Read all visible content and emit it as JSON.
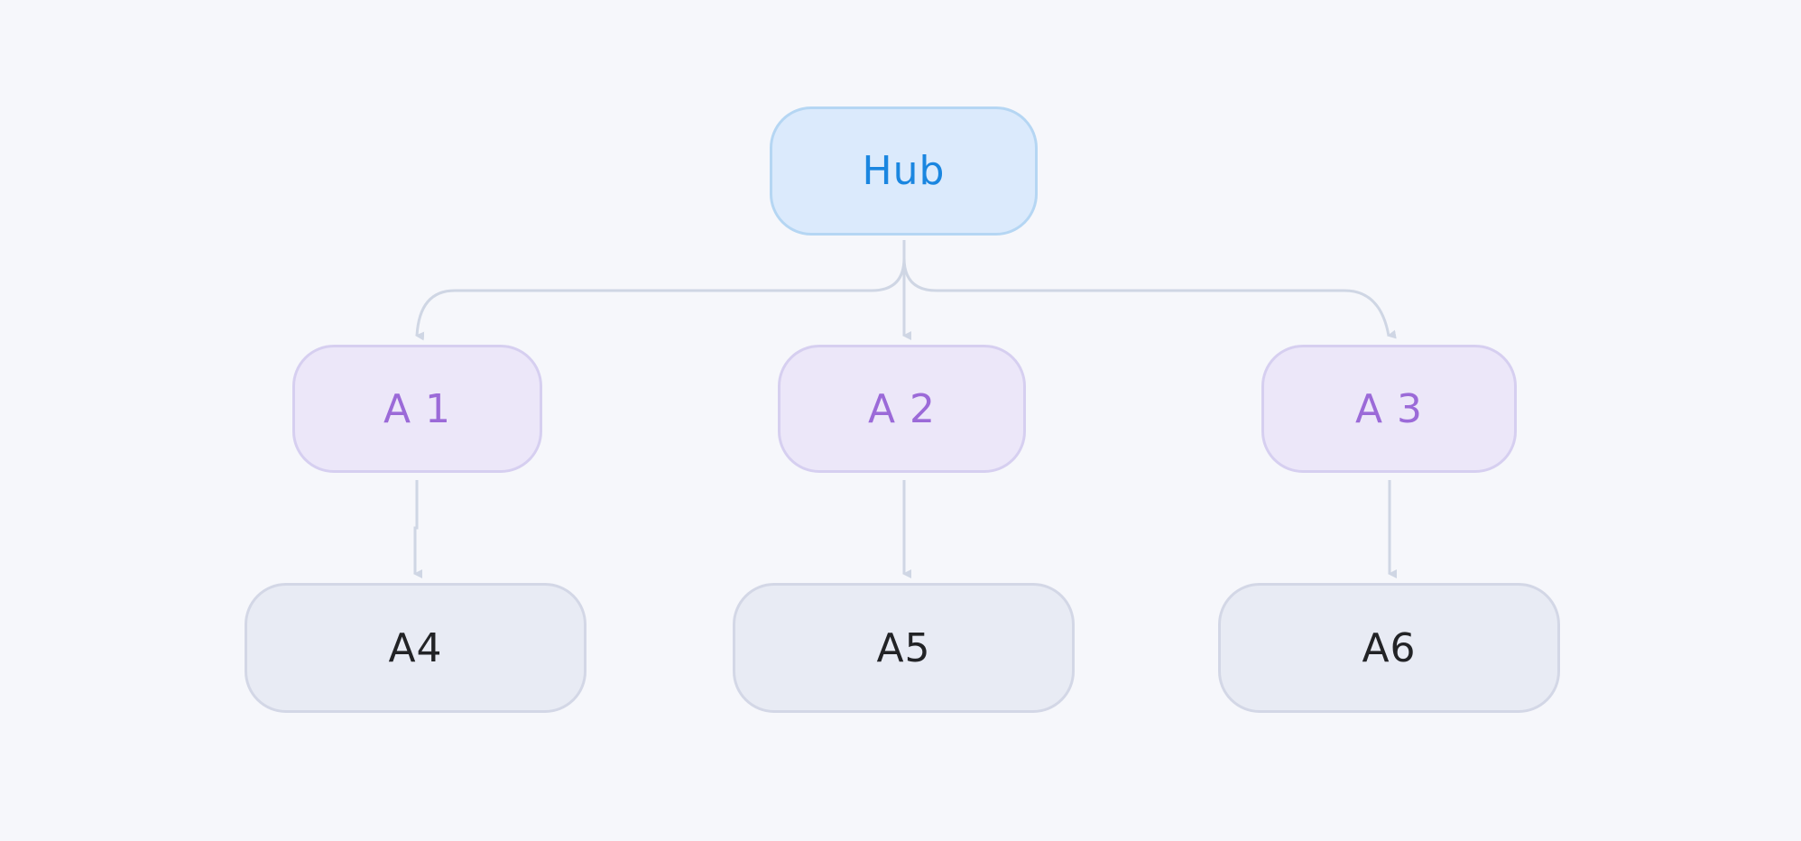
{
  "diagram": {
    "colors": {
      "background": "#f6f7fb",
      "hub_fill": "#dbeafc",
      "hub_text": "#1a86e0",
      "mid_fill": "#ece7f9",
      "mid_text": "#9b6ad8",
      "leaf_fill": "#e8ebf4",
      "leaf_text": "#222326",
      "edge": "#cfd6e4"
    },
    "nodes": {
      "hub": {
        "label": "Hub"
      },
      "a1": {
        "label": "A 1"
      },
      "a2": {
        "label": "A 2"
      },
      "a3": {
        "label": "A 3"
      },
      "a4": {
        "label": "A4"
      },
      "a5": {
        "label": "A5"
      },
      "a6": {
        "label": "A6"
      }
    },
    "edges": [
      {
        "from": "Hub",
        "to": "A 1"
      },
      {
        "from": "Hub",
        "to": "A 2"
      },
      {
        "from": "Hub",
        "to": "A 3"
      },
      {
        "from": "A 1",
        "to": "A4"
      },
      {
        "from": "A 2",
        "to": "A5"
      },
      {
        "from": "A 3",
        "to": "A6"
      }
    ]
  }
}
